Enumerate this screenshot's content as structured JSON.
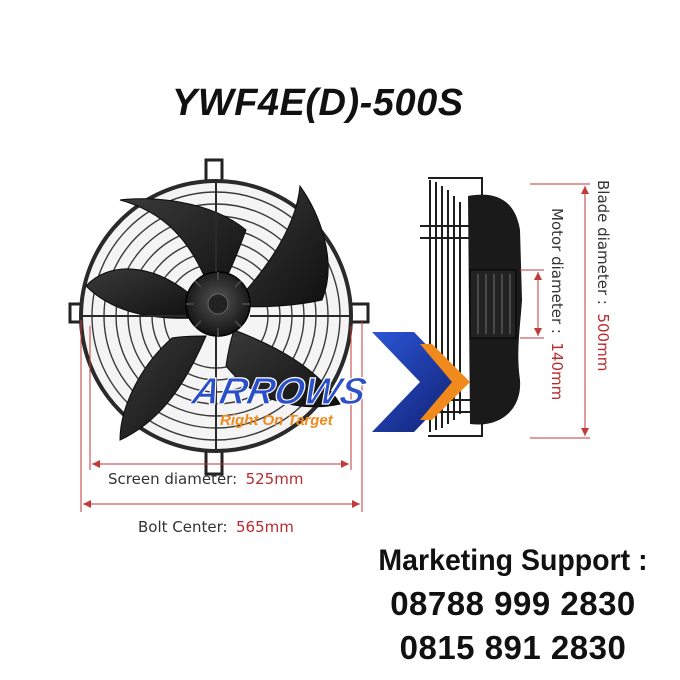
{
  "title": "YWF4E(D)-500S",
  "dimensions": {
    "screen_label": "Screen diameter:",
    "screen_value": "525mm",
    "bolt_label": "Bolt Center:",
    "bolt_value": "565mm",
    "blade_label": "Blade diameter :",
    "blade_value": "500mm",
    "motor_label": "Motor diameter :",
    "motor_value": "140mm"
  },
  "logo": {
    "name": "ARROWS",
    "tagline": "Right On Target"
  },
  "contact": {
    "heading": "Marketing Support :",
    "phones": [
      "08788 999 2830",
      "0815 891 2830"
    ]
  },
  "colors": {
    "dimension_red": "#b72c2c",
    "fan_dark": "#1b1b1b",
    "logo_blue": "#1e3ca0",
    "logo_orange": "#f08a1c"
  }
}
